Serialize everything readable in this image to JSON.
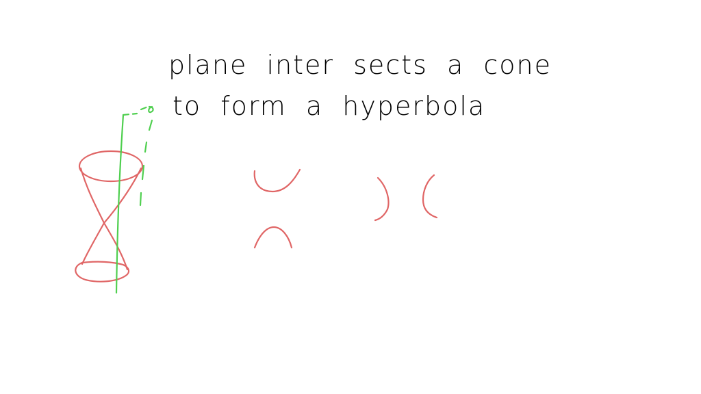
{
  "text": {
    "line1": "plane  inter sects a cone",
    "line2": "to form  a  hyperbola"
  },
  "colors": {
    "ink": "#000000",
    "cone": "#e06666",
    "plane": "#4fcf4f",
    "background": "#ffffff"
  },
  "figures": [
    "double-cone",
    "vertical-plane",
    "hyperbola-vertical-opening",
    "hyperbola-horizontal-opening"
  ]
}
